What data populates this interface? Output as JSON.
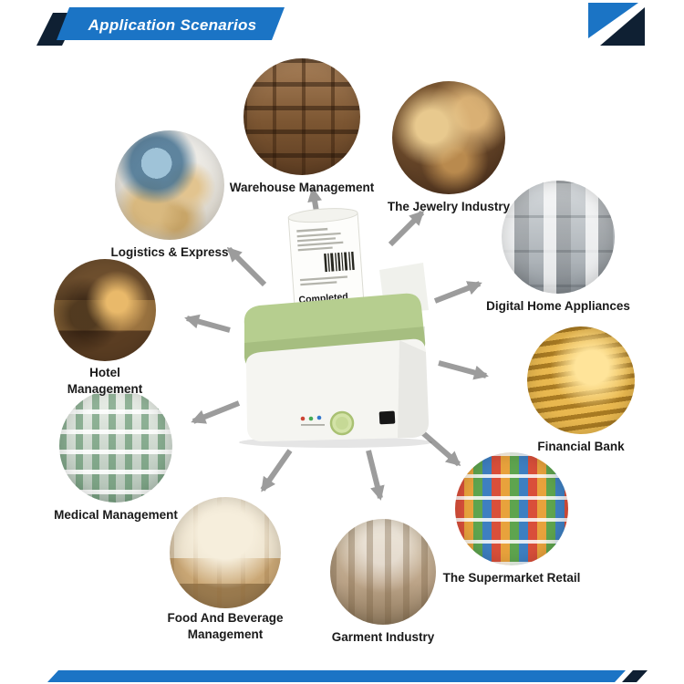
{
  "header": {
    "title": "Application Scenarios",
    "banner_color": "#1b74c5",
    "dark_accent_color": "#0f2033"
  },
  "printer": {
    "description": "thermal-receipt-printer",
    "receipt_completed_text": "Completed",
    "lid_color": "#b6ce8f",
    "body_color": "#f5f5f1",
    "feed_button_color": "#d3e3a7"
  },
  "arrows": {
    "color": "#9c9c9c",
    "count": 10
  },
  "scenarios": [
    {
      "label": "Warehouse Management"
    },
    {
      "label": "The Jewelry Industry"
    },
    {
      "label": "Digital Home Appliances"
    },
    {
      "label": "Financial Bank"
    },
    {
      "label": "The Supermarket Retail"
    },
    {
      "label": "Garment Industry"
    },
    {
      "label": "Food And Beverage Management"
    },
    {
      "label": "Medical Management"
    },
    {
      "label": "Hotel Management"
    },
    {
      "label": "Logistics & Express"
    }
  ],
  "footer": {
    "bar_color": "#1b74c5"
  }
}
